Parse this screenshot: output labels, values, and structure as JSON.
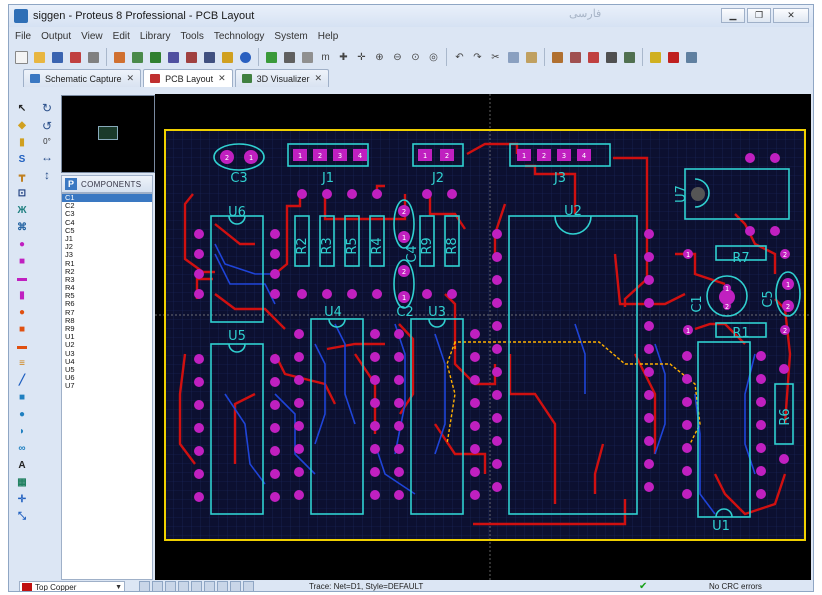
{
  "window": {
    "title": "siggen - Proteus 8 Professional - PCB Layout",
    "watermark": "فارسی"
  },
  "menu": [
    "File",
    "Output",
    "View",
    "Edit",
    "Library",
    "Tools",
    "Technology",
    "System",
    "Help"
  ],
  "tabs": [
    {
      "label": "Schematic Capture",
      "active": false
    },
    {
      "label": "PCB Layout",
      "active": true
    },
    {
      "label": "3D Visualizer",
      "active": false
    }
  ],
  "rotation": {
    "value": "0°"
  },
  "components": {
    "header": "COMPONENTS",
    "button": "P",
    "selected": "C1",
    "items": [
      "C1",
      "C2",
      "C3",
      "C4",
      "C5",
      "J1",
      "J2",
      "J3",
      "R1",
      "R2",
      "R3",
      "R4",
      "R5",
      "R6",
      "R7",
      "R8",
      "R9",
      "U1",
      "U2",
      "U3",
      "U4",
      "U5",
      "U6",
      "U7"
    ]
  },
  "pcb": {
    "labels": {
      "C3": "C3",
      "J1": "J1",
      "J2": "J2",
      "J3": "J3",
      "U6": "U6",
      "U2": "U2",
      "U7": "U7",
      "R2": "R2",
      "R3": "R3",
      "R5": "R5",
      "R4": "R4",
      "R9": "R9",
      "R8": "R8",
      "C4": "C4",
      "C2": "C2",
      "U4": "U4",
      "U3": "U3",
      "U5": "U5",
      "R7": "R7",
      "C1": "C1",
      "C5": "C5",
      "R1": "R1",
      "R6": "R6",
      "U1": "U1"
    },
    "pin_numbers": {
      "j1": [
        "1",
        "2",
        "3",
        "4"
      ],
      "j2": [
        "1",
        "2"
      ],
      "j3": [
        "1",
        "2",
        "3",
        "4"
      ],
      "c3": [
        "2",
        "1"
      ],
      "r7": [
        "1",
        "2"
      ],
      "r1": [
        "1",
        "2"
      ],
      "c1": [
        "1",
        "2"
      ],
      "c5": [
        "1",
        "2"
      ],
      "c4": [
        "2",
        "1"
      ],
      "c2": [
        "2",
        "1"
      ]
    },
    "colors": {
      "board_outline": "#f0d000",
      "top_copper": "#d01010",
      "bottom_copper": "#1030d0",
      "pad": "#c020c0",
      "silkscreen": "#30d0d0",
      "grid": "#1c2a5a"
    }
  },
  "status": {
    "layer": "Top Copper",
    "layer_color": "#c01010",
    "message": "Trace: Net=D1, Style=DEFAULT",
    "crc_ok": "✔",
    "crc_text": "No CRC errors"
  }
}
